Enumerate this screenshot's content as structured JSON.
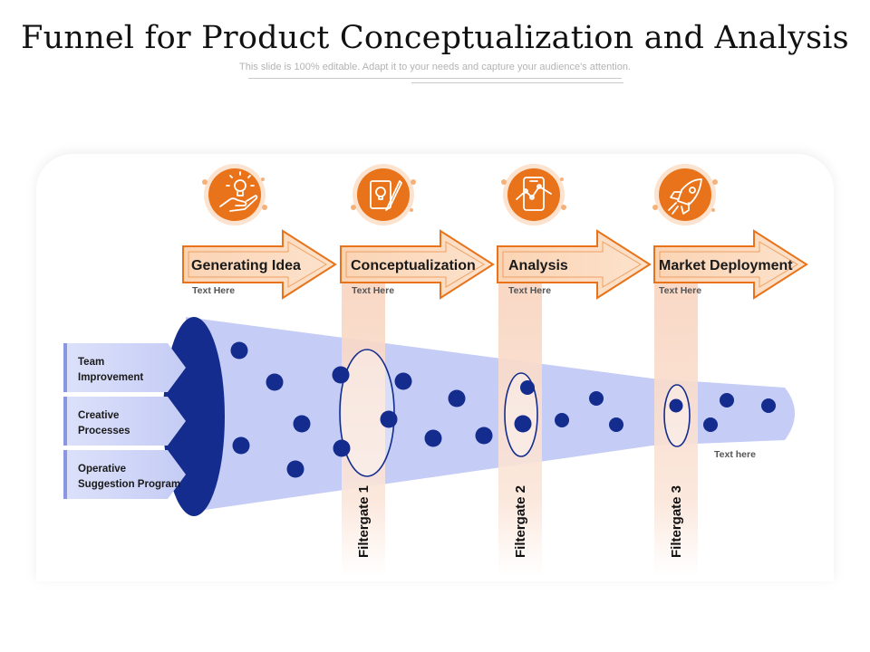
{
  "header": {
    "title": "Funnel for Product Conceptualization and Analysis",
    "subtitle": "This slide is 100% editable. Adapt it to your needs and capture your audience's attention."
  },
  "stages": [
    {
      "label": "Generating Idea",
      "sublabel": "Text Here",
      "icon": "idea-hand-icon"
    },
    {
      "label": "Conceptualization",
      "sublabel": "Text Here",
      "icon": "idea-pencil-icon"
    },
    {
      "label": "Analysis",
      "sublabel": "Text Here",
      "icon": "mobile-chart-icon"
    },
    {
      "label": "Market Deployment",
      "sublabel": "Text Here",
      "icon": "rocket-icon"
    }
  ],
  "inputs": [
    {
      "lines": [
        "Team",
        "Improvement"
      ]
    },
    {
      "lines": [
        "Creative",
        "Processes"
      ]
    },
    {
      "lines": [
        "Operative",
        "Suggestion Program"
      ]
    }
  ],
  "filtergates": [
    "Filtergate 1",
    "Filtergate 2",
    "Filtergate 3"
  ],
  "funnel_end_label": "Text here",
  "colors": {
    "orange": "#E8731A",
    "orange_light": "#FBD4B4",
    "navy": "#142C8E",
    "funnel": "#C5CCF5",
    "gate_column": "#F9DCCB"
  }
}
